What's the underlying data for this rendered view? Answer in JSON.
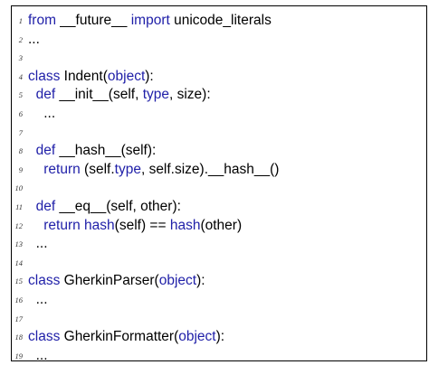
{
  "listing": {
    "line_numbers": [
      "1",
      "2",
      "3",
      "4",
      "5",
      "6",
      "7",
      "8",
      "9",
      "10",
      "11",
      "12",
      "13",
      "14",
      "15",
      "16",
      "17",
      "18",
      "19"
    ],
    "lines": [
      [
        {
          "t": "kw",
          "v": "from"
        },
        {
          "t": "tx",
          "v": " __future__ "
        },
        {
          "t": "kw",
          "v": "import"
        },
        {
          "t": "tx",
          "v": " unicode_literals"
        }
      ],
      [
        {
          "t": "tx",
          "v": "..."
        }
      ],
      [],
      [
        {
          "t": "kw",
          "v": "class"
        },
        {
          "t": "tx",
          "v": " Indent("
        },
        {
          "t": "bi",
          "v": "object"
        },
        {
          "t": "tx",
          "v": "):"
        }
      ],
      [
        {
          "t": "tx",
          "v": "  "
        },
        {
          "t": "kw",
          "v": "def"
        },
        {
          "t": "tx",
          "v": " __init__(self, "
        },
        {
          "t": "bi",
          "v": "type"
        },
        {
          "t": "tx",
          "v": ", size):"
        }
      ],
      [
        {
          "t": "tx",
          "v": "    ..."
        }
      ],
      [],
      [
        {
          "t": "tx",
          "v": "  "
        },
        {
          "t": "kw",
          "v": "def"
        },
        {
          "t": "tx",
          "v": " __hash__(self):"
        }
      ],
      [
        {
          "t": "tx",
          "v": "    "
        },
        {
          "t": "kw",
          "v": "return"
        },
        {
          "t": "tx",
          "v": " (self."
        },
        {
          "t": "bi",
          "v": "type"
        },
        {
          "t": "tx",
          "v": ", self.size).__hash__()"
        }
      ],
      [],
      [
        {
          "t": "tx",
          "v": "  "
        },
        {
          "t": "kw",
          "v": "def"
        },
        {
          "t": "tx",
          "v": " __eq__(self, other):"
        }
      ],
      [
        {
          "t": "tx",
          "v": "    "
        },
        {
          "t": "kw",
          "v": "return"
        },
        {
          "t": "tx",
          "v": " "
        },
        {
          "t": "bi",
          "v": "hash"
        },
        {
          "t": "tx",
          "v": "(self) == "
        },
        {
          "t": "bi",
          "v": "hash"
        },
        {
          "t": "tx",
          "v": "(other)"
        }
      ],
      [
        {
          "t": "tx",
          "v": "  ..."
        }
      ],
      [],
      [
        {
          "t": "kw",
          "v": "class"
        },
        {
          "t": "tx",
          "v": " GherkinParser("
        },
        {
          "t": "bi",
          "v": "object"
        },
        {
          "t": "tx",
          "v": "):"
        }
      ],
      [
        {
          "t": "tx",
          "v": "  ..."
        }
      ],
      [],
      [
        {
          "t": "kw",
          "v": "class"
        },
        {
          "t": "tx",
          "v": " GherkinFormatter("
        },
        {
          "t": "bi",
          "v": "object"
        },
        {
          "t": "tx",
          "v": "):"
        }
      ],
      [
        {
          "t": "tx",
          "v": "  ..."
        }
      ]
    ]
  }
}
